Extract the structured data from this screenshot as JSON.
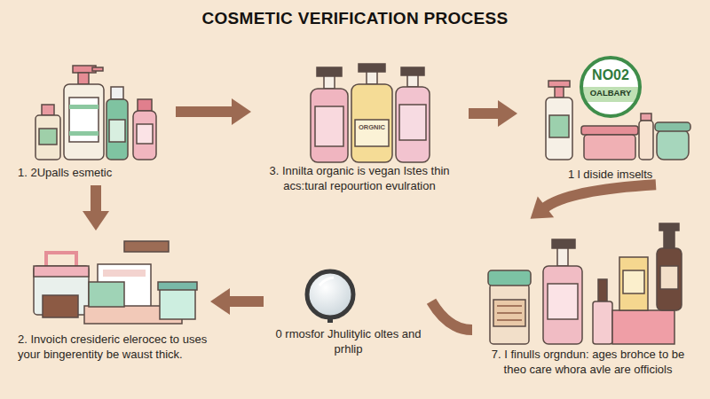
{
  "diagram": {
    "title": "COSMETIC VERIFICATION PROCESS",
    "nodes": [
      {
        "text": [
          "1. 2Upalls esmetic"
        ]
      },
      {
        "text": [
          "3. Innilta organic is vegan Istes thin acs:tural repourtion evulration"
        ]
      },
      {
        "text": [
          "1 l diside imselts"
        ]
      },
      {
        "text": [
          "NO02",
          "OALBARY"
        ],
        "in": 2
      },
      {
        "text": [
          "7. I finulls orgndun: ages brohce to be theo care whora avle are officiols"
        ]
      },
      {
        "text": [
          "0 rmosfor Jhulitylic oltes and prhlip"
        ]
      },
      {
        "text": [
          "2. Invoich cresideric elerocec to uses your bingerentity be waust thick."
        ]
      }
    ],
    "edges": [
      {
        "from": 0,
        "to": 1,
        "arrow": "to"
      },
      {
        "from": 1,
        "to": 2,
        "arrow": "to"
      },
      {
        "from": 2,
        "to": 4,
        "arrow": "to"
      },
      {
        "from": 4,
        "to": 5,
        "arrow": "none"
      },
      {
        "from": 5,
        "to": 6,
        "arrow": "to"
      },
      {
        "from": 0,
        "to": 6,
        "arrow": "to"
      }
    ],
    "labels": [
      "ORGNIC"
    ]
  }
}
